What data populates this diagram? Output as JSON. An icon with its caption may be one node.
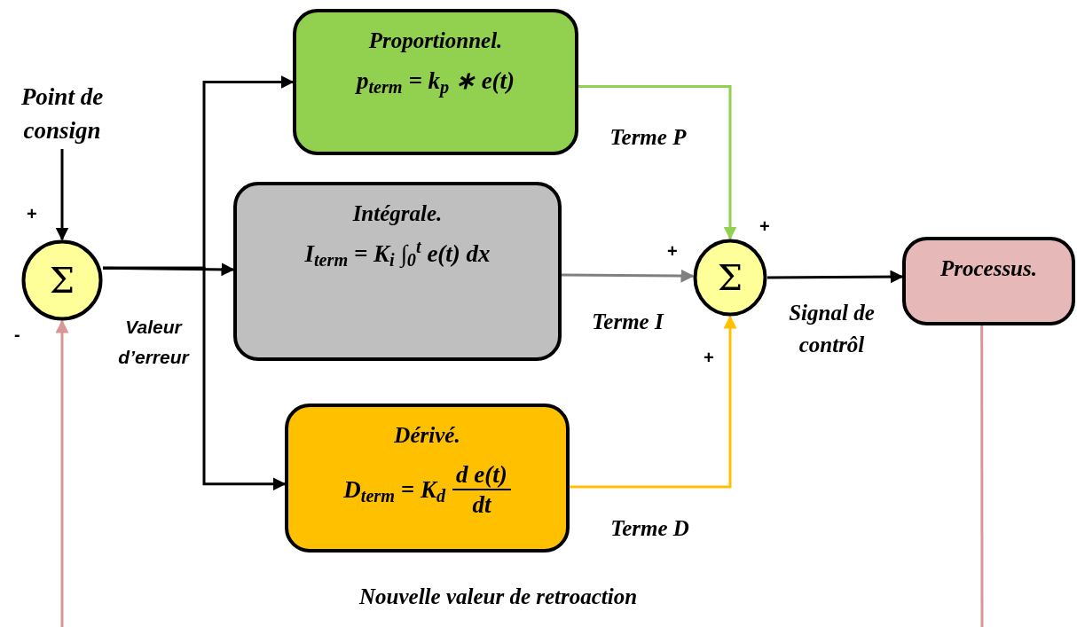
{
  "diagram": {
    "nodes": [
      {
        "text": [
          "Point de consign"
        ]
      },
      {
        "text": [
          "Σ"
        ]
      },
      {
        "text": [
          "Proportionnel.",
          "p$_{term}$ = k$_{p}$ ∗ e(t)"
        ]
      },
      {
        "text": [
          "Intégrale.",
          "I$_{term}$ = K$_{i}$ ∫$_{0}$$^{t}$ e(t) dx"
        ]
      },
      {
        "text": [
          "Dérivé.",
          "D$_{term}$ = K$_{d}$",
          "d e(t)",
          "dt"
        ]
      },
      {
        "text": [
          "Σ"
        ]
      },
      {
        "text": [
          "Processus."
        ]
      }
    ],
    "edges": [
      {
        "from": 0,
        "to": 1,
        "arrow": "to"
      },
      {
        "from": 1,
        "to": 3,
        "arrow": "to"
      },
      {
        "from": 1,
        "to": 2,
        "arrow": "to"
      },
      {
        "from": 1,
        "to": 4,
        "arrow": "to"
      },
      {
        "from": 2,
        "to": 5,
        "arrow": "to",
        "label": "Terme P",
        "color": "#92d050"
      },
      {
        "from": 3,
        "to": 5,
        "arrow": "to",
        "label": "Terme I",
        "color": "#808080"
      },
      {
        "from": 4,
        "to": 5,
        "arrow": "to",
        "label": "Terme D",
        "color": "#ffc000"
      },
      {
        "from": 5,
        "to": 6,
        "arrow": "to",
        "label": "Signal de contrôl"
      },
      {
        "from": 6,
        "to": null,
        "arrow": "none",
        "color": "#d99694"
      },
      {
        "from": null,
        "to": 1,
        "arrow": "to",
        "color": "#d99694"
      }
    ],
    "labels": [
      "+",
      "-",
      "Valeur d’erreur",
      "+",
      "+",
      "+",
      "Nouvelle valeur de retroaction"
    ]
  }
}
